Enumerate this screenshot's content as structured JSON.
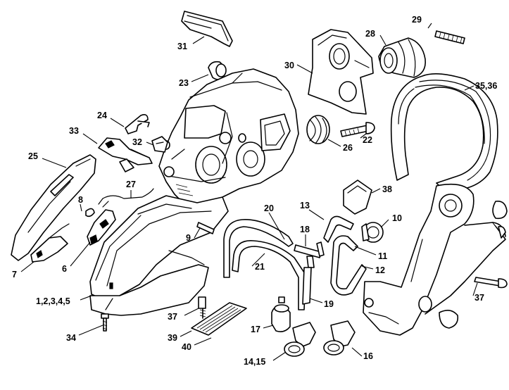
{
  "diagram": {
    "callouts": {
      "c29": "29",
      "c28": "28",
      "c31": "31",
      "c30": "30",
      "c23": "23",
      "c35_36": "35,36",
      "c24": "24",
      "c33": "33",
      "c32": "32",
      "c22": "22",
      "c26": "26",
      "c25": "25",
      "c27": "27",
      "c38": "38",
      "c8": "8",
      "c20": "20",
      "c13": "13",
      "c10": "10",
      "c18": "18",
      "c9": "9",
      "c11": "11",
      "c7": "7",
      "c6": "6",
      "c21": "21",
      "c12": "12",
      "c37a": "37",
      "c1_5": "1,2,3,4,5",
      "c19": "19",
      "c37b": "37",
      "c17": "17",
      "c39": "39",
      "c34": "34",
      "c40": "40",
      "c16": "16",
      "c14_15": "14,15"
    }
  }
}
